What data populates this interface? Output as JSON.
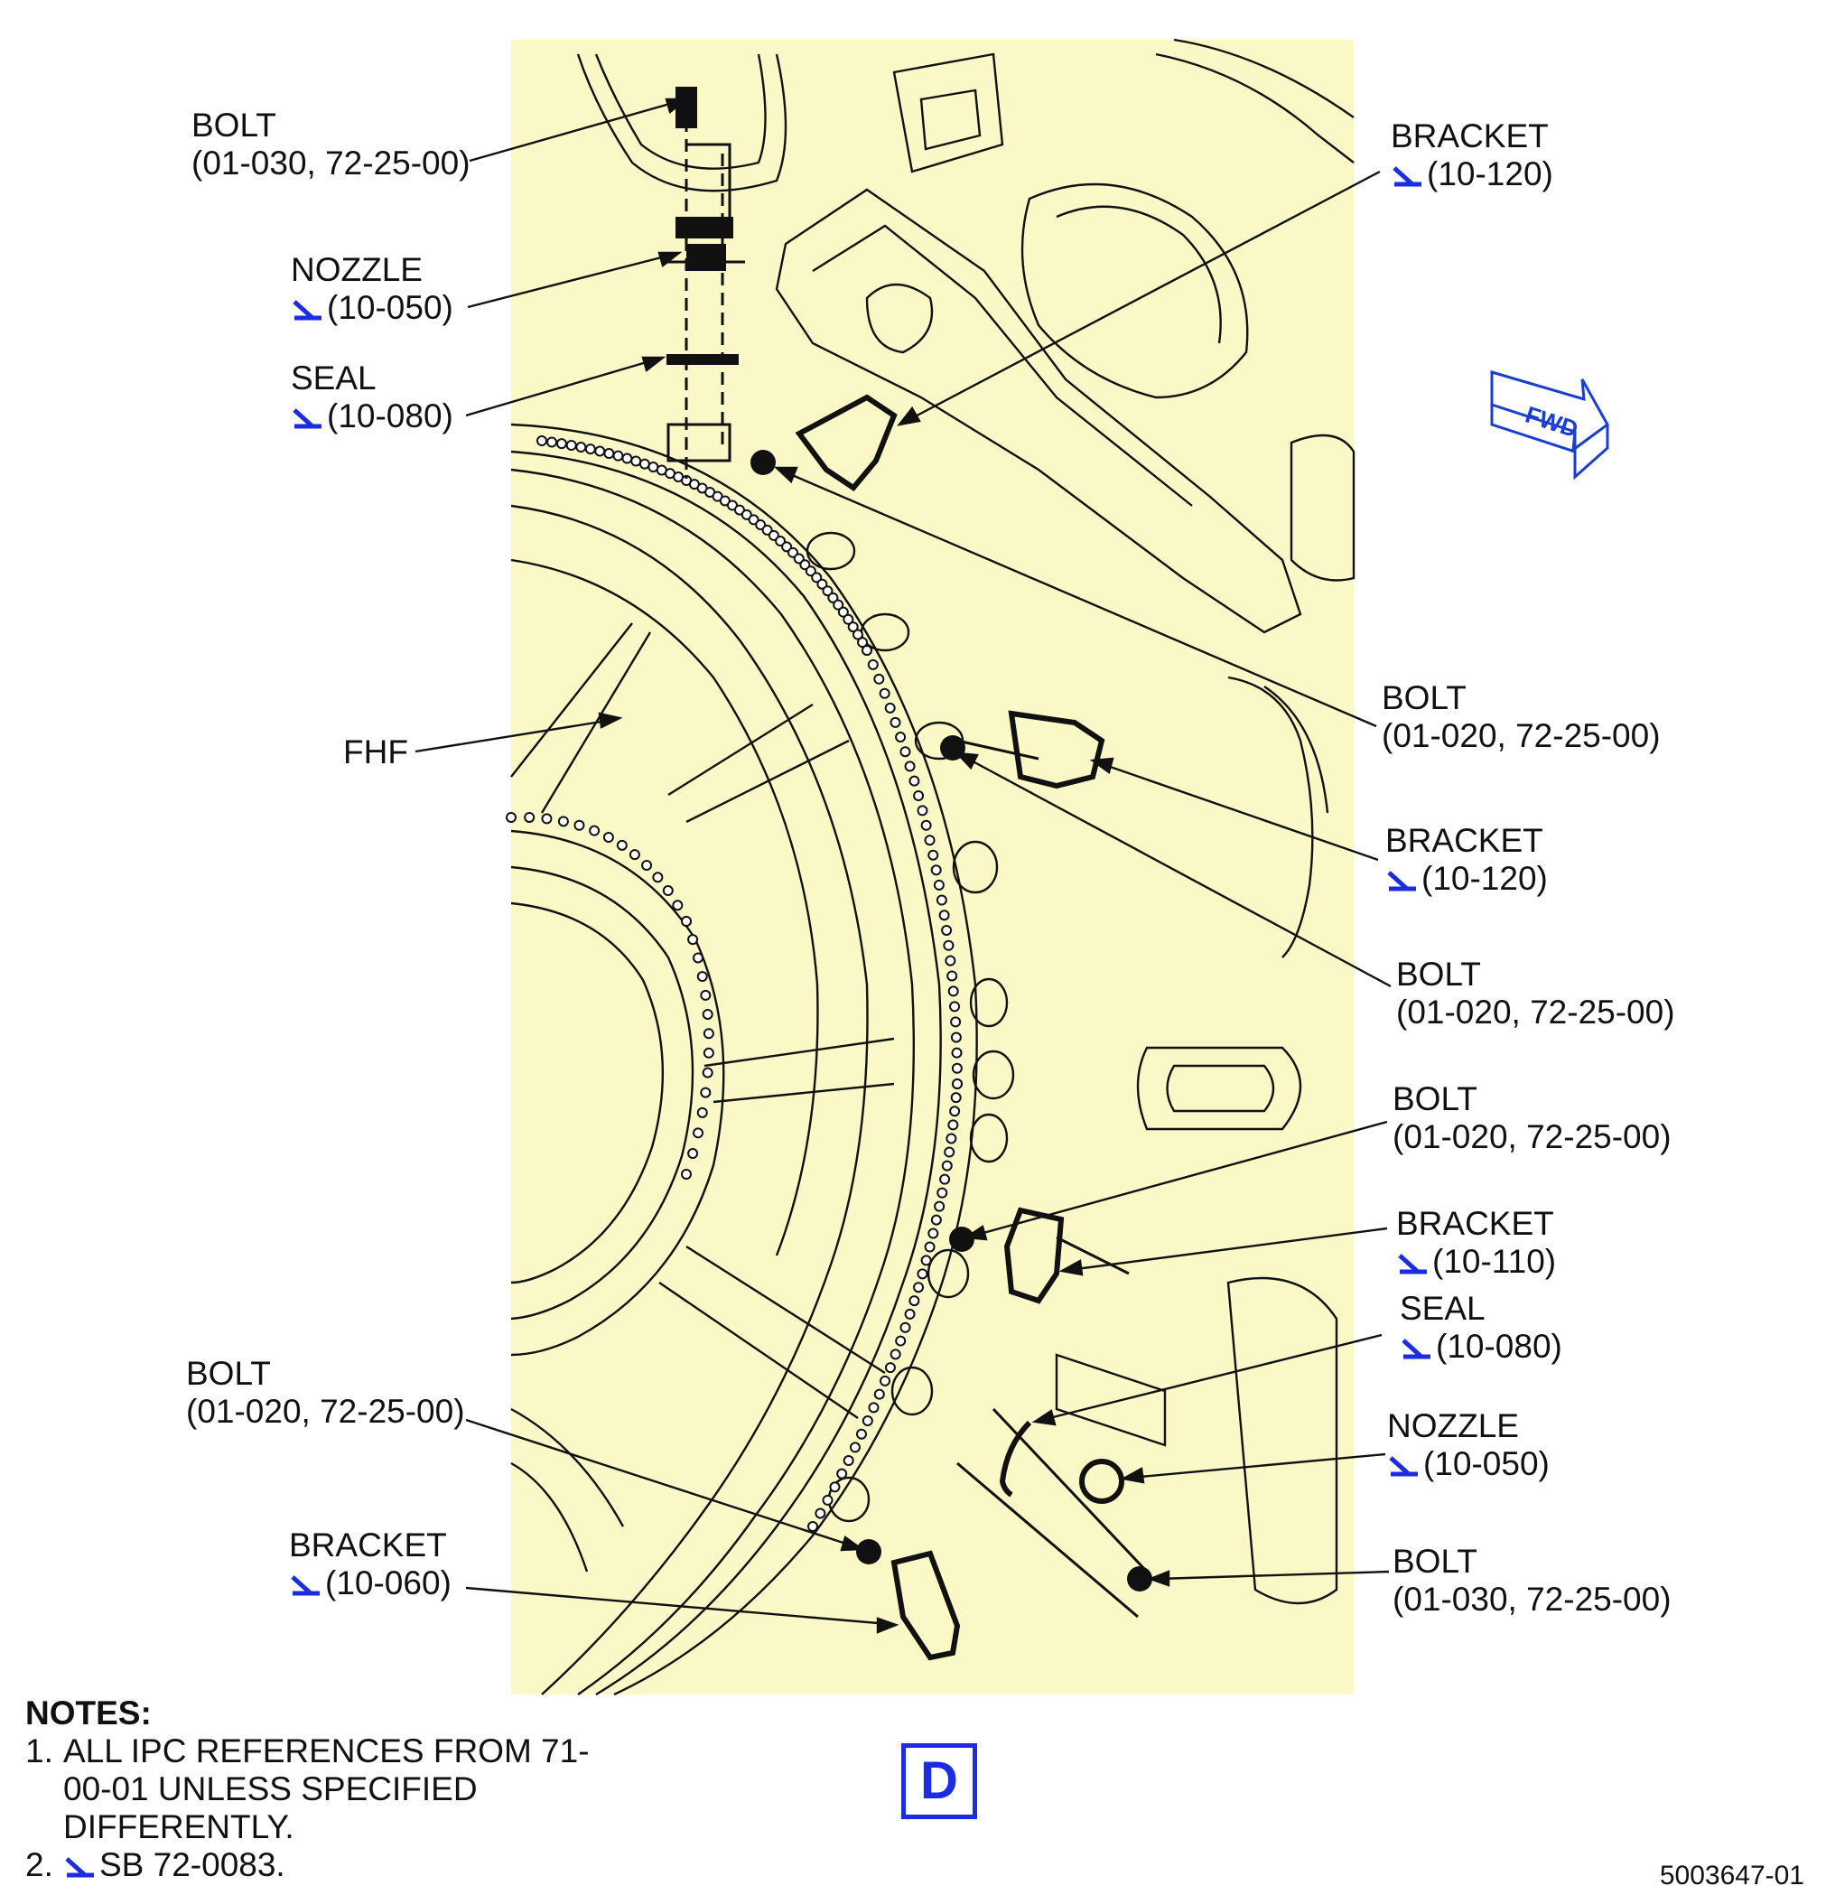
{
  "callouts": [
    {
      "id": "bolt-top",
      "part": "BOLT",
      "ref": "(01-030, 72-25-00)",
      "symbol": false
    },
    {
      "id": "nozzle-top",
      "part": "NOZZLE",
      "ref": "(10-050)",
      "symbol": true
    },
    {
      "id": "seal-top",
      "part": "SEAL",
      "ref": "(10-080)",
      "symbol": true
    },
    {
      "id": "fhf",
      "part": "FHF",
      "ref": "",
      "symbol": false
    },
    {
      "id": "bracket-top-right",
      "part": "BRACKET",
      "ref": "(10-120)",
      "symbol": true
    },
    {
      "id": "bolt-right-1",
      "part": "BOLT",
      "ref": "(01-020, 72-25-00)",
      "symbol": false
    },
    {
      "id": "bracket-right-2",
      "part": "BRACKET",
      "ref": "(10-120)",
      "symbol": true
    },
    {
      "id": "bolt-right-2",
      "part": "BOLT",
      "ref": "(01-020, 72-25-00)",
      "symbol": false
    },
    {
      "id": "bolt-right-3",
      "part": "BOLT",
      "ref": "(01-020, 72-25-00)",
      "symbol": false
    },
    {
      "id": "bracket-right-3",
      "part": "BRACKET",
      "ref": "(10-110)",
      "symbol": true
    },
    {
      "id": "seal-right",
      "part": "SEAL",
      "ref": "(10-080)",
      "symbol": true
    },
    {
      "id": "nozzle-right",
      "part": "NOZZLE",
      "ref": "(10-050)",
      "symbol": true
    },
    {
      "id": "bolt-right-4",
      "part": "BOLT",
      "ref": "(01-030, 72-25-00)",
      "symbol": false
    },
    {
      "id": "bolt-left-bottom",
      "part": "BOLT",
      "ref": "(01-020, 72-25-00)",
      "symbol": false
    },
    {
      "id": "bracket-left-bottom",
      "part": "BRACKET",
      "ref": "(10-060)",
      "symbol": true
    }
  ],
  "fwd_label": "FWD",
  "view_letter": "D",
  "notes": {
    "header": "NOTES:",
    "items": [
      {
        "num": "1.",
        "text": "ALL IPC REFERENCES FROM 71-00-01 UNLESS SPECIFIED DIFFERENTLY.",
        "symbol": false
      },
      {
        "num": "2.",
        "text": "SB 72-0083.",
        "symbol": true
      }
    ]
  },
  "drawing_number": "5003647-01",
  "colors": {
    "background_panel": "#fbf8c8",
    "line": "#111111",
    "symbol_blue": "#1a2de0",
    "fwd_arrow": "#1a3fd0"
  }
}
